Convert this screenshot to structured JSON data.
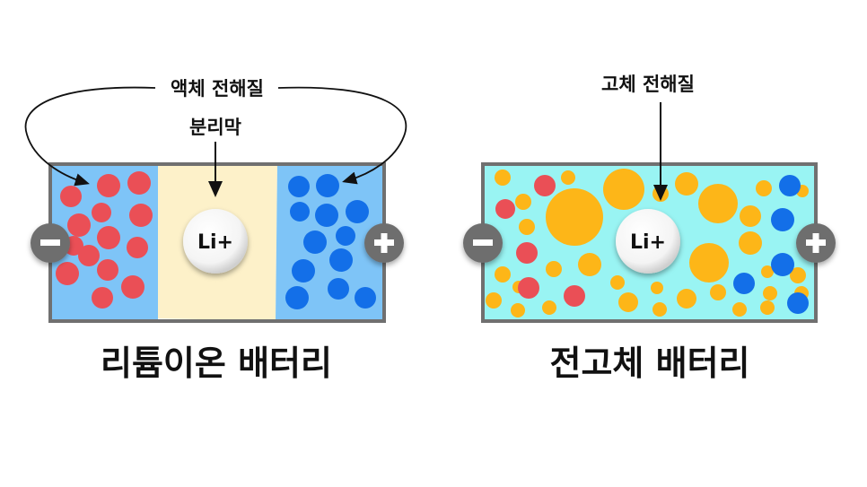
{
  "left_diagram": {
    "electrolyte_label": "액체 전해질",
    "separator_label": "분리막",
    "ion_label": "Li+",
    "caption": "리튬이온 배터리",
    "minus_symbol": "−",
    "plus_symbol": "+"
  },
  "right_diagram": {
    "electrolyte_label": "고체 전해질",
    "ion_label": "Li+",
    "caption": "전고체 배터리",
    "minus_symbol": "−",
    "plus_symbol": "+"
  },
  "colors": {
    "anode_region": "#7ec4f7",
    "separator": "#fdf1c9",
    "solid_electrolyte": "#99f4f3",
    "frame": "#707070",
    "red_particle": "#ea4f56",
    "blue_particle": "#136fe8",
    "orange_particle": "#fdb618",
    "terminal": "#6e6e6e"
  }
}
